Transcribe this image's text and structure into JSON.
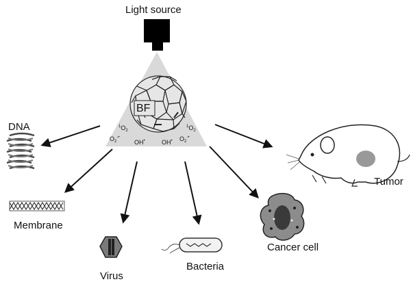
{
  "labels": {
    "light_source": "Light source",
    "dna": "DNA",
    "membrane": "Membrane",
    "virus": "Virus",
    "bacteria": "Bacteria",
    "cancer_cell": "Cancer cell",
    "tumor": "Tumor",
    "bf": "BF"
  },
  "species": {
    "singlet_o2_num": "1",
    "o2": "O",
    "sub2": "2",
    "o2_superoxide": "O",
    "superoxide_dot": "-•",
    "hydroxyl": "OH",
    "hydroxyl_dot": "•"
  },
  "colors": {
    "light_cone": "#d9d9d9",
    "source_box": "#000000",
    "line": "#111111",
    "cell_body": "#8c8c8c",
    "nucleus": "#3a3a3a",
    "tumor": "#999999"
  }
}
